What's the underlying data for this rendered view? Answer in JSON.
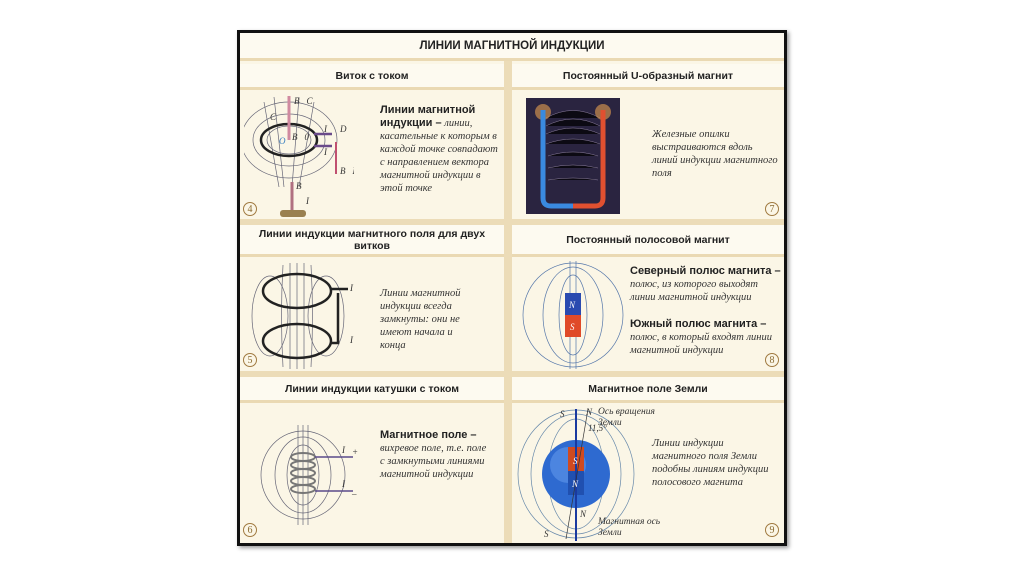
{
  "title": "ЛИНИИ МАГНИТНОЙ ИНДУКЦИИ",
  "panels": [
    {
      "number": "4",
      "header": "Виток с током",
      "term": "Линии магнитной индукции –",
      "text": "линии, касательные к которым в каждой точке совпадают с направлением вектора магнитной индукции в этой точке",
      "labels": {
        "bc": "B⃗C",
        "c": "C",
        "o": "O",
        "b0": "B⃗0",
        "i1": "I",
        "i2": "I",
        "d": "D",
        "bd": "B⃗D",
        "b": "B⃗",
        "i3": "I"
      }
    },
    {
      "number": "7",
      "header": "Постоянный U-образный магнит",
      "text": "Железные опилки выстраиваются вдоль линий индукции магнитного поля"
    },
    {
      "number": "5",
      "header": "Линии индукции магнитного поля для двух витков",
      "text": "Линии магнитной индукции всегда замкнуты: они не имеют начала и конца",
      "labels": {
        "i1": "I",
        "i2": "I"
      }
    },
    {
      "number": "8",
      "header": "Постоянный полосовой магнит",
      "north_term": "Северный полюс магнита –",
      "north_text": "полюс, из которого выходят линии магнитной индукции",
      "south_term": "Южный полюс магнита –",
      "south_text": "полюс, в который входят линии магнитной индукции",
      "labels": {
        "n": "N",
        "s": "S"
      }
    },
    {
      "number": "6",
      "header": "Линии индукции катушки с током",
      "term": "Магнитное поле –",
      "text": "вихревое поле, т.е. поле с замкнутыми линиями магнитной индукции",
      "labels": {
        "i1": "I",
        "plus": "+",
        "i2": "I",
        "minus": "–"
      }
    },
    {
      "number": "9",
      "header": "Магнитное поле Земли",
      "text": "Линии индукции магнитного поля Земли подобны линиям индукции полосового магнита",
      "labels": {
        "s_top": "S",
        "n_top": "N",
        "rot_axis": "Ось вращения Земли",
        "angle": "11,5°",
        "mag_s": "S",
        "mag_n": "N",
        "n_bottom": "N",
        "s_bottom": "S",
        "mag_axis": "Магнитная ось Земли"
      }
    }
  ]
}
